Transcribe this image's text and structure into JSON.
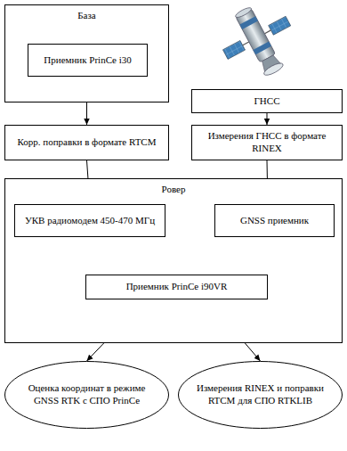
{
  "diagram": {
    "nodes": [
      {
        "text": [
          "База"
        ]
      },
      {
        "text": [
          "Приемник PrinCe i30"
        ],
        "in": 0
      },
      {
        "text": [
          "ГНСС"
        ]
      },
      {
        "text": [
          "Корр. поправки в формате RTCM"
        ]
      },
      {
        "text": [
          "Измерения ГНСС в формате RINEX"
        ]
      },
      {
        "text": [
          "Ровер"
        ]
      },
      {
        "text": [
          "УКВ радиомодем 450-470 МГц"
        ],
        "in": 5
      },
      {
        "text": [
          "GNSS приемник"
        ],
        "in": 5
      },
      {
        "text": [
          "Приемник PrinCe i90VR"
        ],
        "in": 5
      },
      {
        "text": [
          "Оценка координат в режиме GNSS RTK с СПО PrinCe"
        ]
      },
      {
        "text": [
          "Измерения RINEX и поправки RTCM для СПО RTKLIB"
        ]
      }
    ],
    "edges": [
      {
        "from": 0,
        "to": 3,
        "arrow": "to"
      },
      {
        "from": 2,
        "to": 4,
        "arrow": "to"
      },
      {
        "from": 3,
        "to": 6,
        "arrow": "to"
      },
      {
        "from": 4,
        "to": 7,
        "arrow": "to"
      },
      {
        "from": 6,
        "to": 8,
        "arrow": "to"
      },
      {
        "from": 7,
        "to": 8,
        "arrow": "to"
      },
      {
        "from": 8,
        "to": 9,
        "arrow": "to"
      },
      {
        "from": 8,
        "to": 10,
        "arrow": "to"
      }
    ]
  }
}
